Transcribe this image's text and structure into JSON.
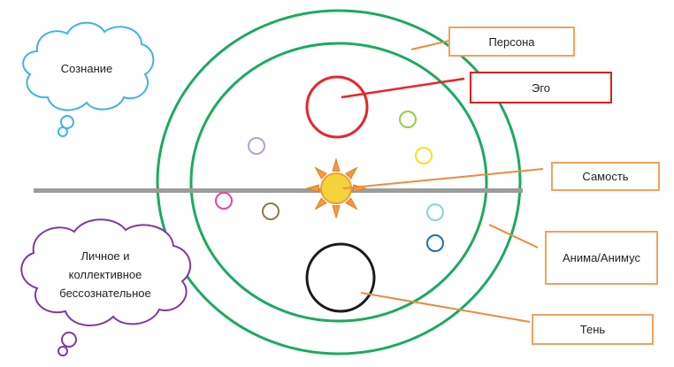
{
  "labels": {
    "persona": "Персона",
    "ego": "Эго",
    "self": "Самость",
    "anima": "Анима/Анимус",
    "shadow": "Тень"
  },
  "clouds": {
    "consciousness": "Сознание",
    "unconscious_line1": "Личное и",
    "unconscious_line2": "коллективное",
    "unconscious_line3": "бессознательное"
  },
  "colors": {
    "outer_ring": "#1aab5e",
    "inner_ring": "#1aab5e",
    "ego_circle": "#e8242b",
    "ego_box": "#d8201f",
    "orange_box": "#f3a25b",
    "orange_line": "#f08a3c",
    "divider": "#9c9c9c",
    "consciousness_cloud": "#3fb3e6",
    "unconscious_cloud": "#7d3aa6",
    "shadow_circle": "#1a1a1a",
    "sun_fill": "#f5d33a",
    "sun_rays": "#f29a3a"
  },
  "small_circles": [
    {
      "name": "lime-green-circle",
      "color": "#8fd14f"
    },
    {
      "name": "purple-circle",
      "color": "#b9a0c9"
    },
    {
      "name": "yellow-circle",
      "color": "#f5e11f"
    },
    {
      "name": "pink-circle",
      "color": "#e545a8"
    },
    {
      "name": "olive-circle",
      "color": "#8d7a4a"
    },
    {
      "name": "light-blue-circle",
      "color": "#8fd0db"
    },
    {
      "name": "dark-blue-circle",
      "color": "#1e6fb8"
    }
  ]
}
